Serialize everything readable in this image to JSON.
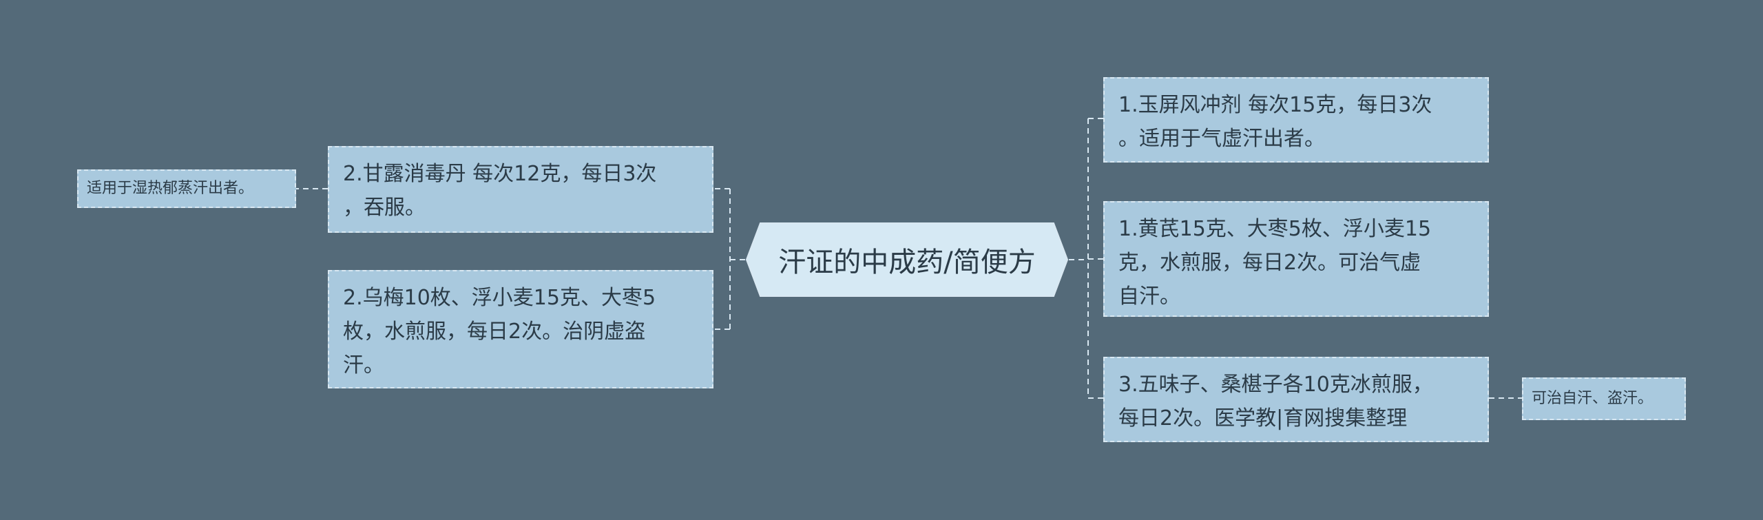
{
  "colors": {
    "background": "#546a79",
    "node_fill": "#a9c9de",
    "node_border": "#d9e8f2",
    "root_fill": "#d6e9f4",
    "line": "#d9e8f2",
    "text": "#2b3b47"
  },
  "root": {
    "label": "汗证的中成药/简便方"
  },
  "left": [
    {
      "text": "2.甘露消毒丹 每次12克，每日3次\n，吞服。",
      "note": "适用于湿热郁蒸汗出者。"
    },
    {
      "text": "2.乌梅10枚、浮小麦15克、大枣5\n枚，水煎服，每日2次。治阴虚盗\n汗。"
    }
  ],
  "right": [
    {
      "text": "1.玉屏风冲剂 每次15克，每日3次\n。适用于气虚汗出者。"
    },
    {
      "text": "1.黄芪15克、大枣5枚、浮小麦15\n克，水煎服，每日2次。可治气虚\n自汗。"
    },
    {
      "text": "3.五味子、桑椹子各10克冰煎服，\n每日2次。医学教|育网搜集整理",
      "note": "可治自汗、盗汗。"
    }
  ]
}
